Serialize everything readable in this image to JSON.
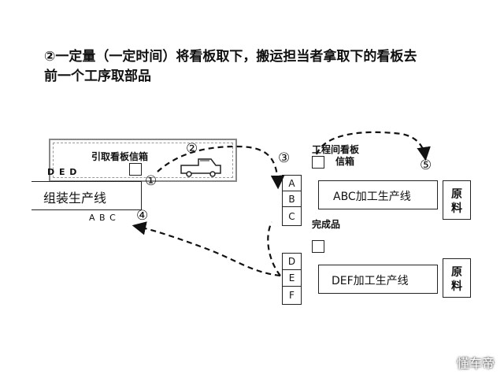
{
  "title": {
    "line1": "②一定量（一定时间）将看板取下，搬运担当者拿取下的看板去",
    "line2": "前一个工序取部品"
  },
  "pickup_mailbox": {
    "label": "引取看板信箱"
  },
  "assembly": {
    "label": "组装生产线",
    "top_letters": "D E D",
    "bottom_letters": "A B C"
  },
  "process_mailbox": {
    "line1": "工程间看板",
    "line2": "信箱"
  },
  "stacks": {
    "top": [
      "A",
      "B",
      "C"
    ],
    "bottom": [
      "D",
      "E",
      "F"
    ]
  },
  "finished_goods": "完成品",
  "abc_line": "ABC加工生产线",
  "def_line": "DEF加工生产线",
  "raw_material_1": {
    "line1": "原",
    "line2": "料"
  },
  "raw_material_2": {
    "line1": "原",
    "line2": "料"
  },
  "steps": {
    "s1": "①",
    "s2": "②",
    "s3": "③",
    "s4": "④",
    "s5": "⑤"
  },
  "watermark": "懂车帝"
}
